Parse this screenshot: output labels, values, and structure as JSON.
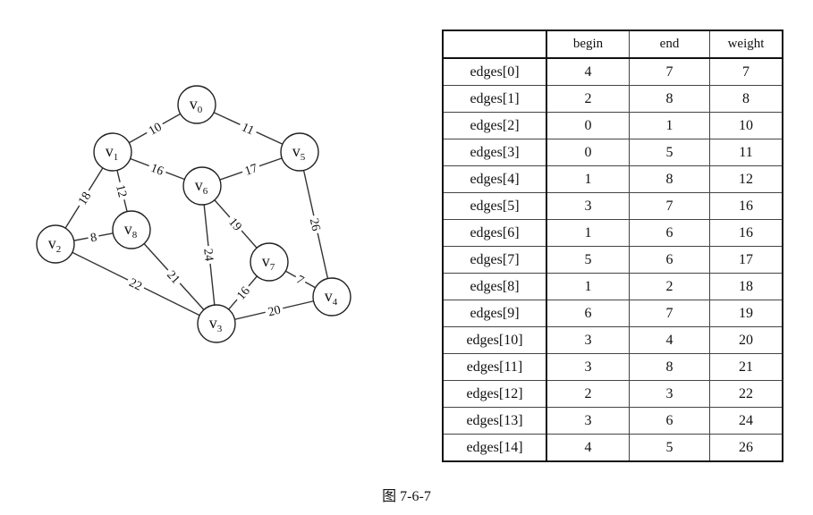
{
  "graph": {
    "vertices": [
      {
        "id": 0,
        "label": "v",
        "sub": "0"
      },
      {
        "id": 1,
        "label": "v",
        "sub": "1"
      },
      {
        "id": 2,
        "label": "v",
        "sub": "2"
      },
      {
        "id": 3,
        "label": "v",
        "sub": "3"
      },
      {
        "id": 4,
        "label": "v",
        "sub": "4"
      },
      {
        "id": 5,
        "label": "v",
        "sub": "5"
      },
      {
        "id": 6,
        "label": "v",
        "sub": "6"
      },
      {
        "id": 7,
        "label": "v",
        "sub": "7"
      },
      {
        "id": 8,
        "label": "v",
        "sub": "8"
      }
    ]
  },
  "table": {
    "headers": [
      "",
      "begin",
      "end",
      "weight"
    ],
    "rows": [
      {
        "name": "edges[0]",
        "begin": "4",
        "end": "7",
        "weight": "7"
      },
      {
        "name": "edges[1]",
        "begin": "2",
        "end": "8",
        "weight": "8"
      },
      {
        "name": "edges[2]",
        "begin": "0",
        "end": "1",
        "weight": "10"
      },
      {
        "name": "edges[3]",
        "begin": "0",
        "end": "5",
        "weight": "11"
      },
      {
        "name": "edges[4]",
        "begin": "1",
        "end": "8",
        "weight": "12"
      },
      {
        "name": "edges[5]",
        "begin": "3",
        "end": "7",
        "weight": "16"
      },
      {
        "name": "edges[6]",
        "begin": "1",
        "end": "6",
        "weight": "16"
      },
      {
        "name": "edges[7]",
        "begin": "5",
        "end": "6",
        "weight": "17"
      },
      {
        "name": "edges[8]",
        "begin": "1",
        "end": "2",
        "weight": "18"
      },
      {
        "name": "edges[9]",
        "begin": "6",
        "end": "7",
        "weight": "19"
      },
      {
        "name": "edges[10]",
        "begin": "3",
        "end": "4",
        "weight": "20"
      },
      {
        "name": "edges[11]",
        "begin": "3",
        "end": "8",
        "weight": "21"
      },
      {
        "name": "edges[12]",
        "begin": "2",
        "end": "3",
        "weight": "22"
      },
      {
        "name": "edges[13]",
        "begin": "3",
        "end": "6",
        "weight": "24"
      },
      {
        "name": "edges[14]",
        "begin": "4",
        "end": "5",
        "weight": "26"
      }
    ]
  },
  "caption": "图 7-6-7"
}
